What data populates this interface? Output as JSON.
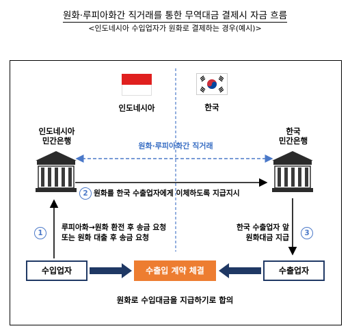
{
  "header": {
    "title": "원화·루피아화간 직거래를 통한 무역대금 결제시 자금 흐름",
    "subtitle": "<인도네시아 수입업자가 원화로 결제하는 경우(예시)>"
  },
  "countries": {
    "left": "인도네시아",
    "right": "한국"
  },
  "banks": {
    "left_line1": "인도네시아",
    "left_line2": "민간은행",
    "right_line1": "한국",
    "right_line2": "민간은행"
  },
  "direct_trade_label": "원화·루피아화간 직거래",
  "steps": {
    "step1_num": "1",
    "step1_line1": "루피아화→원화 환전 후 송금 요청",
    "step1_line2": "또는 원화 대출 후 송금 요청",
    "step2_num": "2",
    "step2_text": "원화를 한국 수출업자에게 이체하도록 지급지시",
    "step3_num": "3",
    "step3_line1": "한국 수출업자 앞",
    "step3_line2": "원화대금 지급"
  },
  "parties": {
    "importer": "수입업자",
    "exporter": "수출업자",
    "contract": "수출입 계약 체결"
  },
  "agreement": "원화로 수입대금을 지급하기로 합의",
  "colors": {
    "blue": "#3a6fc4",
    "navy": "#1f3864",
    "orange": "#ed7d31",
    "flag_red": "#e0201f"
  }
}
